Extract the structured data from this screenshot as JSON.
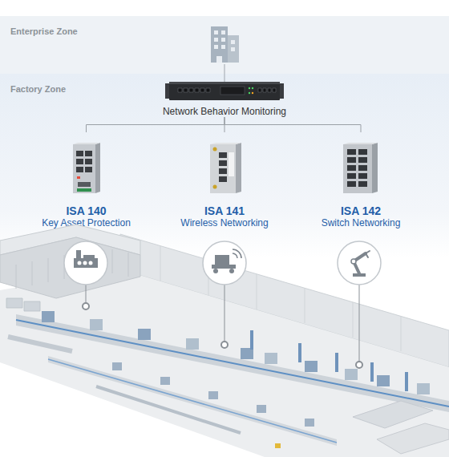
{
  "diagram": {
    "nodes": [
      {
        "text": [
          "Enterprise Zone"
        ]
      },
      {
        "text": [
          "Factory Zone"
        ]
      },
      {
        "text": [
          "Network Behavior Monitoring"
        ],
        "in": 1
      },
      {
        "text": [
          "ISA 140",
          "Key Asset Protection"
        ],
        "in": 1
      },
      {
        "text": [
          "ISA 141",
          "Wireless Networking"
        ],
        "in": 1
      },
      {
        "text": [
          "ISA 142",
          "Switch Networking"
        ],
        "in": 1
      }
    ],
    "edges": [
      {
        "from": 2,
        "to": 3,
        "arrow": "none"
      },
      {
        "from": 2,
        "to": 4,
        "arrow": "none"
      },
      {
        "from": 2,
        "to": 5,
        "arrow": "none"
      }
    ]
  }
}
